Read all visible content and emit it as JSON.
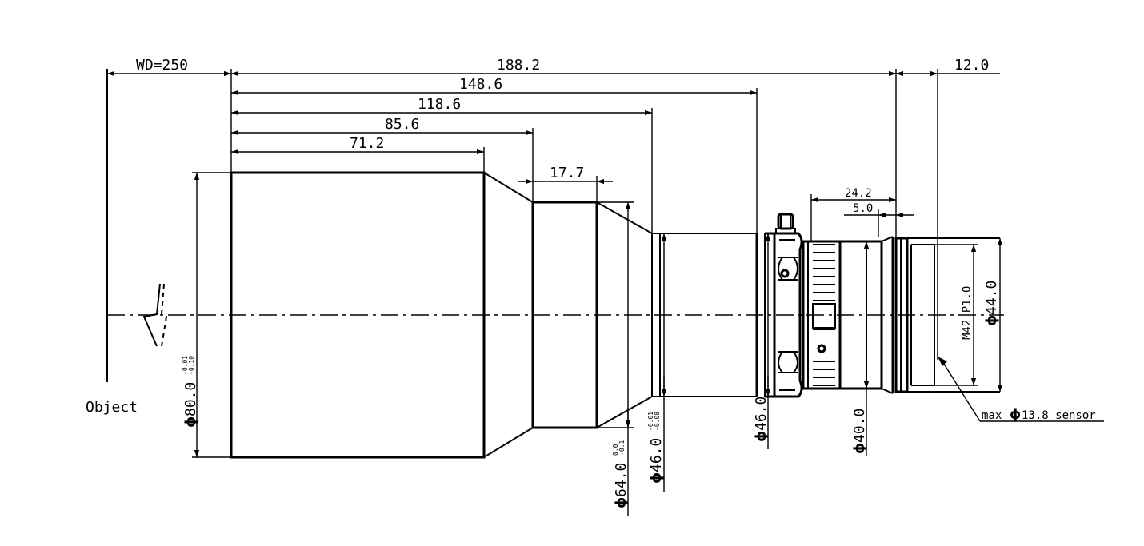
{
  "drawing": {
    "dimensions": {
      "wd": "WD=250",
      "total": "188.2",
      "d148": "148.6",
      "d118": "118.6",
      "d85": "85.6",
      "d71": "71.2",
      "d17": "17.7",
      "d24": "24.2",
      "d5": "5.0",
      "d12": "12.0"
    },
    "diameters": {
      "d80": "80.0",
      "d80_tol_top": "-0.01",
      "d80_tol_bottom": "-0.10",
      "d64": "64.0",
      "d64_tol_top": "0.0",
      "d64_tol_bottom": "-0.1",
      "d46a": "46.0",
      "d46a_tol_top": "-0.01",
      "d46a_tol_bottom": "-0.08",
      "d46b": "46.0",
      "d40": "40.0",
      "d44": "44.0",
      "thread": "M42 P1.0",
      "phi": "ϕ"
    },
    "labels": {
      "object": "Object",
      "sensor_prefix": "max",
      "sensor_value": "13.8 sensor"
    }
  }
}
